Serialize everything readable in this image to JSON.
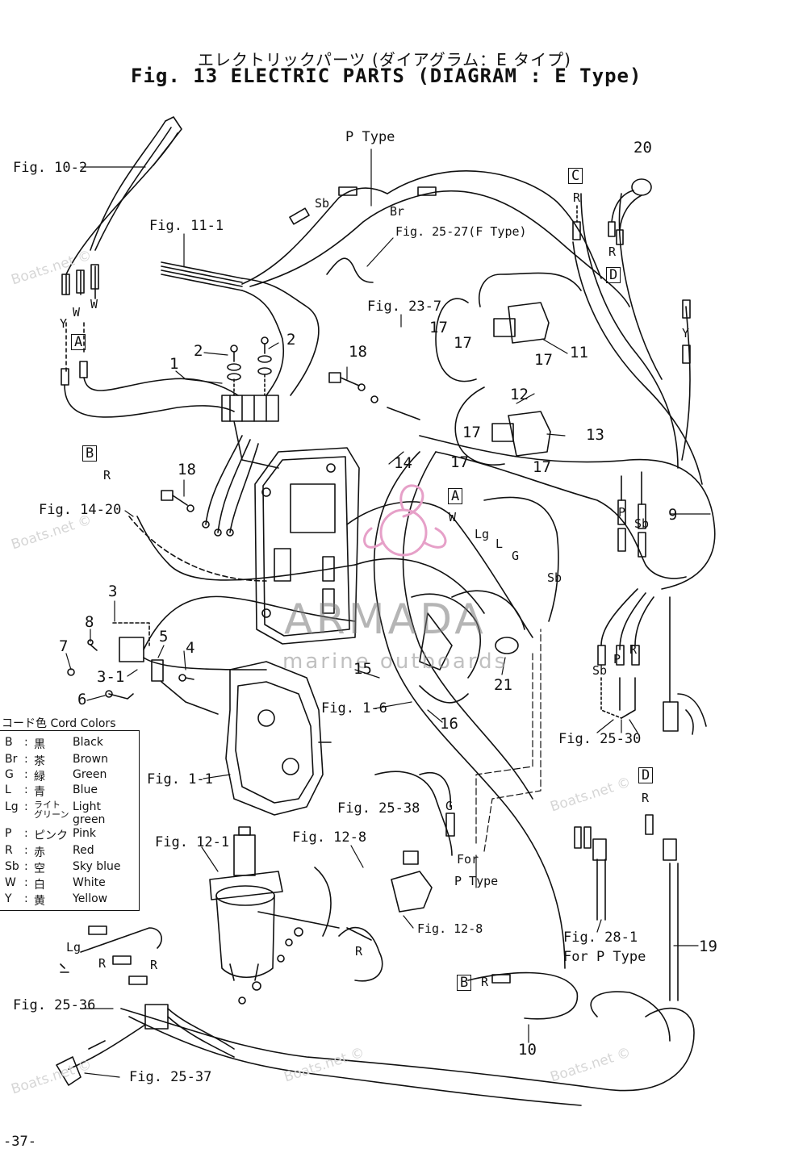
{
  "title": {
    "jp": "エレクトリックパーツ (ダイアグラム：E タイプ)",
    "en": "Fig. 13 ELECTRIC PARTS (DIAGRAM : E Type)"
  },
  "watermark": {
    "site": "Boats.net ©",
    "brand": "ARMADA",
    "brand_sub": "marine outboards",
    "brand_color": "#e6a0c8"
  },
  "legend": {
    "title": "コード色 Cord Colors",
    "rows": [
      {
        "code": "B",
        "sep": ":",
        "jp": "黒",
        "en": "Black"
      },
      {
        "code": "Br",
        "sep": ":",
        "jp": "茶",
        "en": "Brown"
      },
      {
        "code": "G",
        "sep": ":",
        "jp": "緑",
        "en": "Green"
      },
      {
        "code": "L",
        "sep": ":",
        "jp": "青",
        "en": "Blue"
      },
      {
        "code": "Lg",
        "sep": ":",
        "jp": "ライト グリーン",
        "en": "Light green"
      },
      {
        "code": "P",
        "sep": ":",
        "jp": "ピンク",
        "en": "Pink"
      },
      {
        "code": "R",
        "sep": ":",
        "jp": "赤",
        "en": "Red"
      },
      {
        "code": "Sb",
        "sep": ":",
        "jp": "空",
        "en": "Sky blue"
      },
      {
        "code": "W",
        "sep": ":",
        "jp": "白",
        "en": "White"
      },
      {
        "code": "Y",
        "sep": ":",
        "jp": "黄",
        "en": "Yellow"
      }
    ]
  },
  "refs": {
    "fig10_2": "Fig. 10-2",
    "fig11_1": "Fig. 11-1",
    "p_type": "P Type",
    "fig25_27": "Fig. 25-27(F Type)",
    "fig23_7": "Fig. 23-7",
    "fig14_20": "Fig. 14-20",
    "fig1_6": "Fig. 1-6",
    "fig1_1": "Fig. 1-1",
    "fig25_38": "Fig. 25-38",
    "for_p_type_a": "For",
    "for_p_type_b": "P Type",
    "fig12_1": "Fig. 12-1",
    "fig12_8a": "Fig. 12-8",
    "fig12_8b": "Fig. 12-8",
    "fig25_30": "Fig. 25-30",
    "fig28_1": "Fig. 28-1",
    "for_p_type_2": "For P Type",
    "fig25_36": "Fig. 25-36",
    "fig25_37": "Fig. 25-37"
  },
  "parts": {
    "p1": "1",
    "p2a": "2",
    "p2b": "2",
    "p3": "3",
    "p3_1": "3-1",
    "p4": "4",
    "p5": "5",
    "p6": "6",
    "p7": "7",
    "p8": "8",
    "p9": "9",
    "p10": "10",
    "p11": "11",
    "p12": "12",
    "p13": "13",
    "p14": "14",
    "p15": "15",
    "p16": "16",
    "p17a": "17",
    "p17b": "17",
    "p17c": "17",
    "p17d": "17",
    "p17e": "17",
    "p17f": "17",
    "p18a": "18",
    "p18b": "18",
    "p19": "19",
    "p20": "20",
    "p21": "21"
  },
  "connectors": {
    "A1": "A",
    "A2": "A",
    "B1": "B",
    "B2": "B",
    "C1": "C",
    "D1": "D",
    "D2": "D"
  },
  "wire_codes": {
    "w1": "W",
    "w2": "W",
    "y1": "Y",
    "r1": "R",
    "r2": "R",
    "r3": "R",
    "r4": "R",
    "r5": "R",
    "r6": "R",
    "r7": "R",
    "r8": "R",
    "sb1": "Sb",
    "sb2": "Sb",
    "sb3": "Sb",
    "sb4": "Sb",
    "br1": "Br",
    "lg1": "Lg",
    "lg2": "Lg",
    "l1": "L",
    "g1": "G",
    "g2": "G",
    "p1": "P",
    "p2": "P",
    "w3": "W",
    "y2": "Y",
    "r9": "R"
  },
  "page_number": "-37-"
}
